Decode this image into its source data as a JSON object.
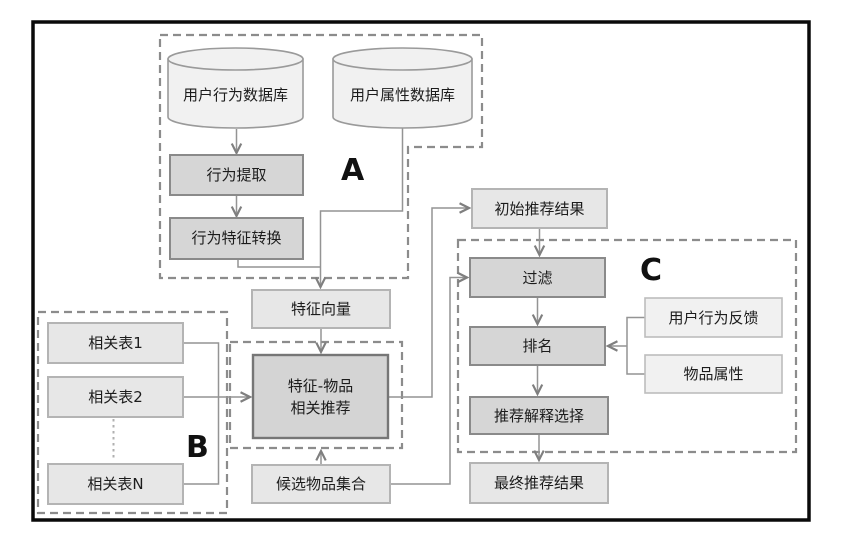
{
  "diagram": {
    "description": "Recommendation system architecture flowchart",
    "groups": {
      "a": {
        "label": "A"
      },
      "b": {
        "label": "B"
      },
      "c": {
        "label": "C"
      }
    },
    "nodes": {
      "user_behavior_db": {
        "label": "用户行为数据库",
        "type": "database"
      },
      "user_attr_db": {
        "label": "用户属性数据库",
        "type": "database"
      },
      "behavior_extract": {
        "label": "行为提取",
        "type": "process"
      },
      "behavior_feature_transform": {
        "label": "行为特征转换",
        "type": "process"
      },
      "feature_vector": {
        "label": "特征向量",
        "type": "data"
      },
      "related_table_1": {
        "label": "相关表1",
        "type": "data"
      },
      "related_table_2": {
        "label": "相关表2",
        "type": "data"
      },
      "related_table_n": {
        "label": "相关表N",
        "type": "data"
      },
      "feature_item_rec": {
        "line1": "特征-物品",
        "line2": "相关推荐",
        "type": "process"
      },
      "initial_results": {
        "label": "初始推荐结果",
        "type": "data"
      },
      "filter": {
        "label": "过滤",
        "type": "process"
      },
      "ranking": {
        "label": "排名",
        "type": "process"
      },
      "explanation_select": {
        "label": "推荐解释选择",
        "type": "process"
      },
      "final_results": {
        "label": "最终推荐结果",
        "type": "data"
      },
      "user_feedback": {
        "label": "用户行为反馈",
        "type": "input"
      },
      "item_attrs": {
        "label": "物品属性",
        "type": "input"
      },
      "candidate_items": {
        "label": "候选物品集合",
        "type": "data"
      }
    },
    "colors": {
      "process_fill": "#d6d6d6",
      "main_process_fill": "#d4d4d4",
      "data_fill": "#e7e7e7",
      "light_fill": "#f1f1f1",
      "process_border": "#8a8a8a",
      "data_border": "#b4b4b4",
      "connector": "#949494",
      "dashed_group": "#8c8c8c",
      "frame": "#0a0a0a",
      "text": "#1c1c1c"
    }
  }
}
